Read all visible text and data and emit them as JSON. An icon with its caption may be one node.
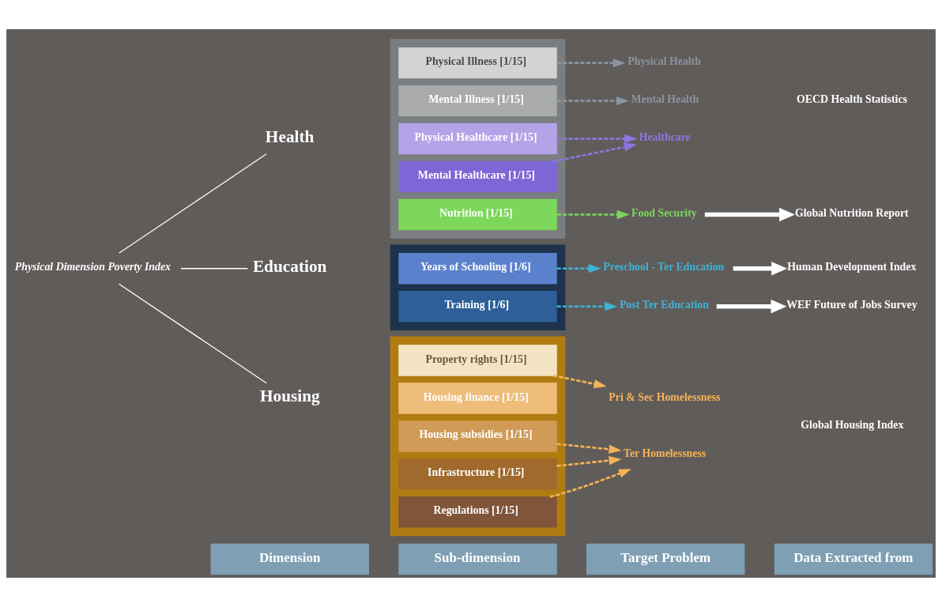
{
  "diagram": {
    "nodes": [
      {
        "text": [
          "Physical Dimension Poverty Index"
        ]
      },
      {
        "text": [
          "Health"
        ]
      },
      {
        "text": [
          "Education"
        ]
      },
      {
        "text": [
          "Housing"
        ]
      },
      {
        "text": [],
        "shape": "bar"
      },
      {
        "text": [
          "Physical Illness [1/15]"
        ],
        "in": 4
      },
      {
        "text": [
          "Mental Illness [1/15]"
        ],
        "in": 4
      },
      {
        "text": [
          "Physical Healthcare [1/15]"
        ],
        "in": 4
      },
      {
        "text": [
          "Mental Healthcare [1/15]"
        ],
        "in": 4
      },
      {
        "text": [
          "Nutrition [1/15]"
        ],
        "in": 4
      },
      {
        "text": [],
        "shape": "bar"
      },
      {
        "text": [
          "Years of Schooling [1/6]"
        ],
        "in": 10
      },
      {
        "text": [
          "Training [1/6]"
        ],
        "in": 10
      },
      {
        "text": [],
        "shape": "bar"
      },
      {
        "text": [
          "Property rights [1/15]"
        ],
        "in": 13
      },
      {
        "text": [
          "Housing finance [1/15]"
        ],
        "in": 13
      },
      {
        "text": [
          "Housing subsidies [1/15]"
        ],
        "in": 13
      },
      {
        "text": [
          "Infrastructure [1/15]"
        ],
        "in": 13
      },
      {
        "text": [
          "Regulations [1/15]"
        ],
        "in": 13
      },
      {
        "text": [
          "Physical Health"
        ]
      },
      {
        "text": [
          "Mental Health"
        ]
      },
      {
        "text": [
          "Healthcare"
        ]
      },
      {
        "text": [
          "Food Security"
        ]
      },
      {
        "text": [
          "Preschool - Ter Education"
        ]
      },
      {
        "text": [
          "Post Ter Education"
        ]
      },
      {
        "text": [
          "Pri & Sec Homelessness"
        ]
      },
      {
        "text": [
          "Ter Homelessness"
        ]
      },
      {
        "text": [
          "OECD Health Statistics"
        ]
      },
      {
        "text": [
          "Global Nutrition Report"
        ]
      },
      {
        "text": [
          "Human Development Index"
        ]
      },
      {
        "text": [
          "WEF Future of Jobs Survey"
        ]
      },
      {
        "text": [
          "Global Housing Index"
        ]
      }
    ],
    "edges": [
      {
        "from": 0,
        "to": 1,
        "arrow": "none",
        "color": "#ffffff"
      },
      {
        "from": 0,
        "to": 2,
        "arrow": "none",
        "color": "#ffffff"
      },
      {
        "from": 0,
        "to": 3,
        "arrow": "none",
        "color": "#ffffff"
      },
      {
        "from": 5,
        "to": 19,
        "arrow": "to",
        "style": "dashed",
        "color": "#8a95a0"
      },
      {
        "from": 6,
        "to": 20,
        "arrow": "to",
        "style": "dashed",
        "color": "#8a95a0"
      },
      {
        "from": 7,
        "to": 21,
        "arrow": "to",
        "style": "dashed",
        "color": "#8b77e0"
      },
      {
        "from": 8,
        "to": 21,
        "arrow": "to",
        "style": "dashed",
        "color": "#8b77e0"
      },
      {
        "from": 9,
        "to": 22,
        "arrow": "to",
        "style": "dashed",
        "color": "#7dd75a"
      },
      {
        "from": 11,
        "to": 23,
        "arrow": "to",
        "style": "dashed",
        "color": "#3fb3d6"
      },
      {
        "from": 12,
        "to": 24,
        "arrow": "to",
        "style": "dashed",
        "color": "#3fb3d6"
      },
      {
        "from": 14,
        "to": 25,
        "arrow": "to",
        "style": "dashed",
        "color": "#f5b356"
      },
      {
        "from": 16,
        "to": 26,
        "arrow": "to",
        "style": "dashed",
        "color": "#f5b356"
      },
      {
        "from": 17,
        "to": 26,
        "arrow": "to",
        "style": "dashed",
        "color": "#f5b356"
      },
      {
        "from": 18,
        "to": 26,
        "arrow": "to",
        "style": "dashed",
        "color": "#f5b356"
      },
      {
        "from": 22,
        "to": 28,
        "arrow": "to",
        "style": "thick",
        "color": "#ffffff"
      },
      {
        "from": 23,
        "to": 29,
        "arrow": "to",
        "style": "thick",
        "color": "#ffffff"
      },
      {
        "from": 24,
        "to": 30,
        "arrow": "to",
        "style": "thick",
        "color": "#ffffff"
      }
    ],
    "labels": [
      "Dimension",
      "Sub-dimension",
      "Target Problem",
      "Data Extracted from"
    ]
  }
}
